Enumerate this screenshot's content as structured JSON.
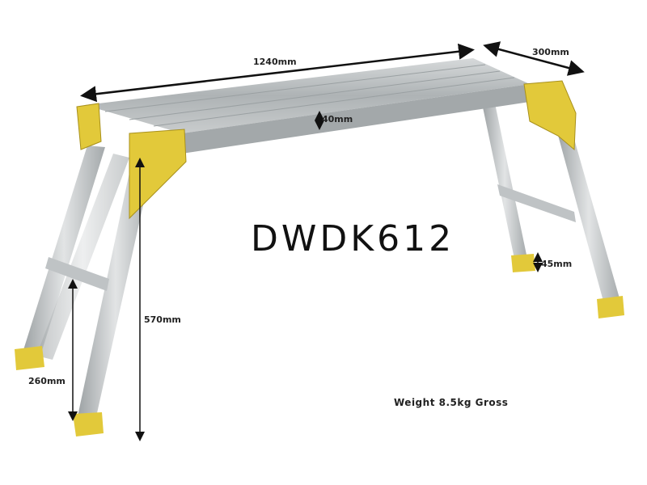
{
  "product": {
    "model": "DWDK612",
    "weight": "Weight 8.5kg Gross"
  },
  "dimensions": {
    "length": "1240mm",
    "width": "300mm",
    "deck_thickness": "40mm",
    "height": "570mm",
    "rung_height": "260mm",
    "foot_height": "45mm"
  },
  "colors": {
    "aluminium": "#b9bdbf",
    "bracket": "#e2c93a",
    "dimension_line": "#111111"
  }
}
